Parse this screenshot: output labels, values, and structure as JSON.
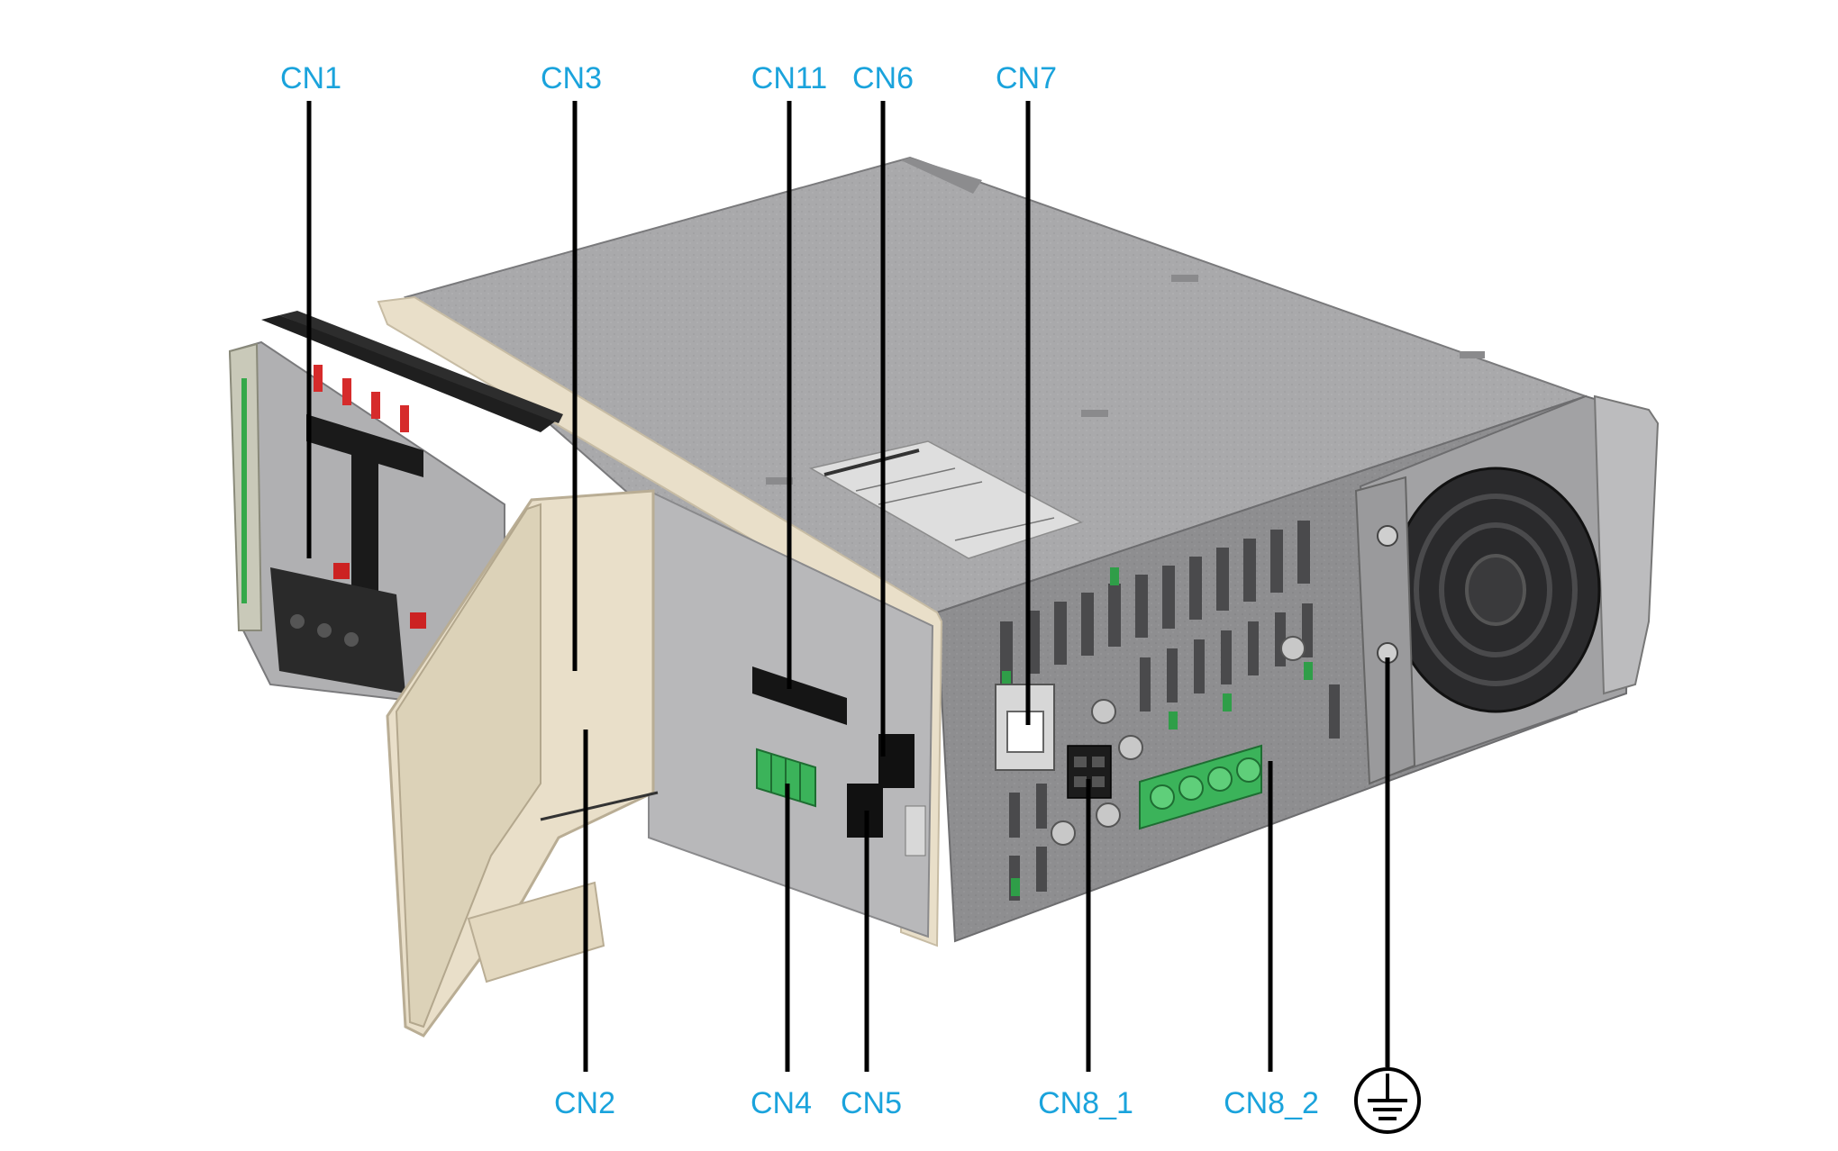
{
  "callouts": {
    "cn1": "CN1",
    "cn3": "CN3",
    "cn11": "CN11",
    "cn6": "CN6",
    "cn7": "CN7",
    "cn2": "CN2",
    "cn4": "CN4",
    "cn5": "CN5",
    "cn8_1": "CN8_1",
    "cn8_2": "CN8_2"
  },
  "ground_symbol": "protective-earth-icon",
  "colors": {
    "label": "#1aa3dc",
    "leader": "#000000",
    "housing_top": "#a7a7a9",
    "housing_side": "#8d8d8f",
    "panel_cream": "#e9dfc9",
    "terminal_green": "#3bb35a"
  }
}
